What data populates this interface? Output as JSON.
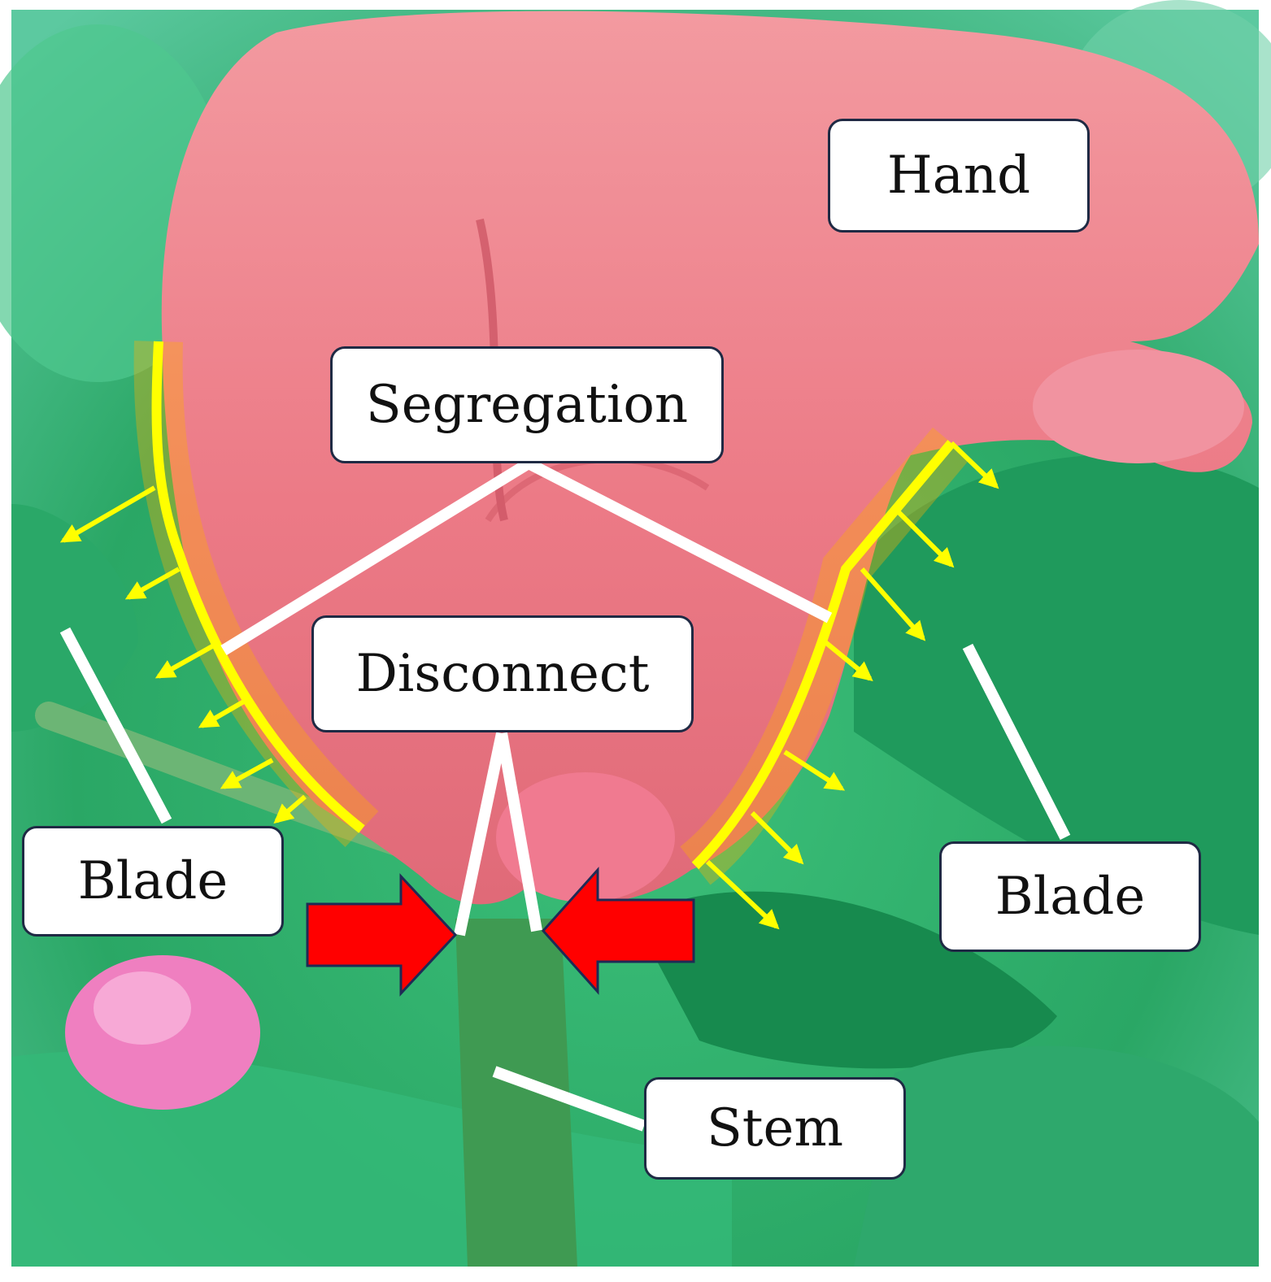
{
  "labels": {
    "hand": "Hand",
    "segregation": "Segregation",
    "disconnect": "Disconnect",
    "blade_left": "Blade",
    "blade_right": "Blade",
    "stem": "Stem"
  },
  "colors": {
    "leaf_green": "#2fb36a",
    "dark_leaf": "#168a4f",
    "light_leaf": "#6fd0a0",
    "skin": "#f07f8a",
    "skin_light": "#f59aa3",
    "skin_shadow": "#d9606e",
    "flower_pink": "#ef7fc0",
    "contour_yellow": "#ffff00",
    "pointer_white": "#ffffff",
    "force_red": "#ff0000",
    "force_outline": "#1f2a55"
  }
}
